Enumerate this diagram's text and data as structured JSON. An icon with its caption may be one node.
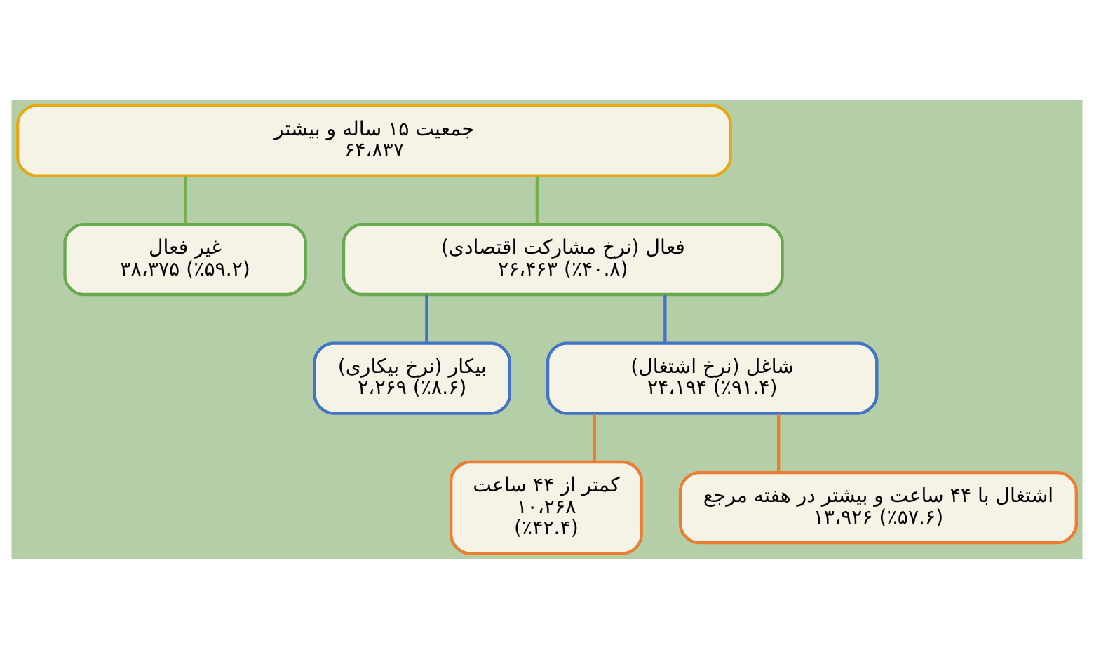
{
  "diagram": {
    "nodes": [
      {
        "text": [
          "جمعیت ۱۵ ساله و بیشتر",
          "۶۴،۸۳۷"
        ]
      },
      {
        "text": [
          "فعال (نرخ مشارکت اقتصادی)",
          "۲۶،۴۶۳ (٪۴۰.۸)"
        ]
      },
      {
        "text": [
          "غیر فعال",
          "۳۸،۳۷۵ (٪۵۹.۲)"
        ]
      },
      {
        "text": [
          "شاغل (نرخ اشتغال)",
          "۲۴،۱۹۴ (٪۹۱.۴)"
        ]
      },
      {
        "text": [
          "بیکار (نرخ بیکاری)",
          "۲،۲۶۹ (٪۸.۶)"
        ]
      },
      {
        "text": [
          "اشتغال با ۴۴ ساعت و بیشتر در هفته مرجع",
          "۱۳،۹۲۶ (٪۵۷.۶)"
        ]
      },
      {
        "text": [
          "کمتر از ۴۴ ساعت",
          "۱۰،۲۶۸",
          "(٪۴۲.۴)"
        ]
      }
    ],
    "edges": [
      {
        "from": 0,
        "to": 1,
        "arrow": "none",
        "color": "#77b050"
      },
      {
        "from": 0,
        "to": 2,
        "arrow": "none",
        "color": "#77b050"
      },
      {
        "from": 1,
        "to": 3,
        "arrow": "none",
        "color": "#4472c4"
      },
      {
        "from": 1,
        "to": 4,
        "arrow": "none",
        "color": "#4472c4"
      },
      {
        "from": 3,
        "to": 5,
        "arrow": "none",
        "color": "#ed7d31"
      },
      {
        "from": 3,
        "to": 6,
        "arrow": "none",
        "color": "#ed7d31"
      }
    ]
  }
}
